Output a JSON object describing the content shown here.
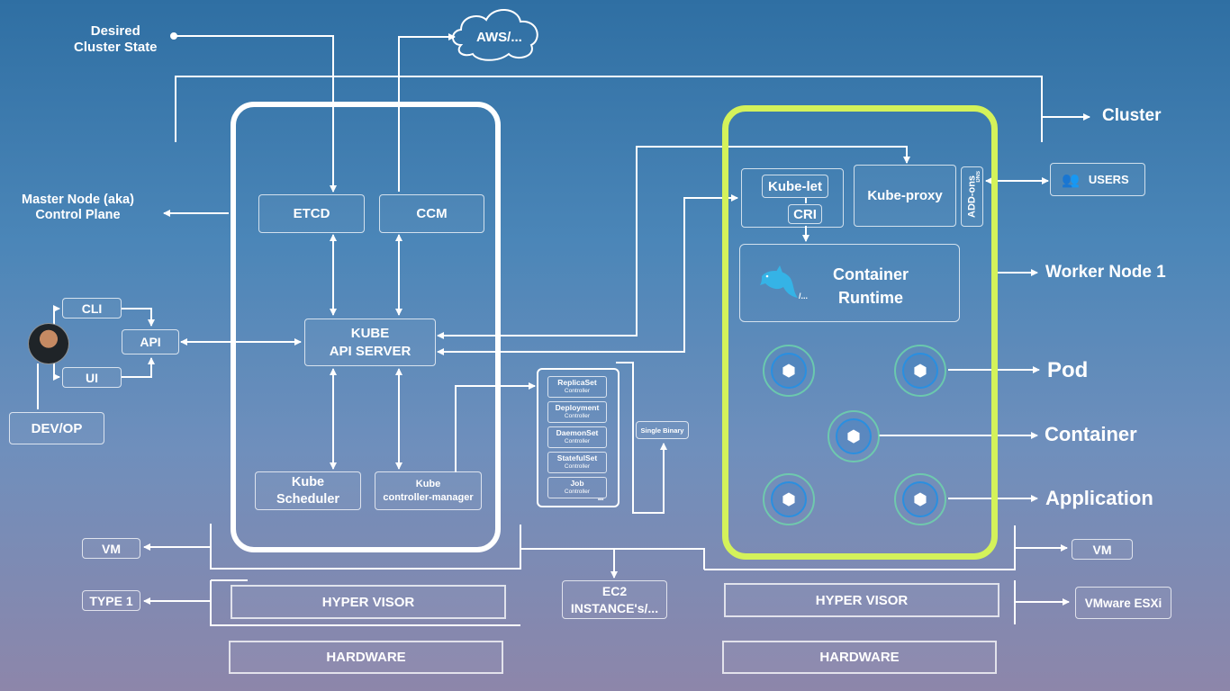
{
  "labels": {
    "desired_state": "Desired\nCluster State",
    "aws": "AWS/...",
    "cluster": "Cluster",
    "master_node": "Master Node (aka)\nControl Plane",
    "worker_node": "Worker Node 1",
    "pod": "Pod",
    "container": "Container",
    "application": "Application",
    "users": "USERS"
  },
  "control_plane": {
    "etcd": "ETCD",
    "ccm": "CCM",
    "api_server": "KUBE\nAPI SERVER",
    "scheduler": "Kube\nScheduler",
    "controller_manager": "Kube\ncontroller-manager"
  },
  "client": {
    "cli": "CLI",
    "ui": "UI",
    "api": "API",
    "devop": "DEV/OP"
  },
  "controllers": [
    {
      "name": "ReplicaSet",
      "sub": "Controller"
    },
    {
      "name": "Deployment",
      "sub": "Controller"
    },
    {
      "name": "DaemonSet",
      "sub": "Controller"
    },
    {
      "name": "StatefulSet",
      "sub": "Controller"
    },
    {
      "name": "Job",
      "sub": "Controller"
    }
  ],
  "controllers_more": "•••",
  "single_binary": "Single Binary",
  "worker": {
    "kubelet": "Kube-let",
    "cri": "CRI",
    "kube_proxy": "Kube-proxy",
    "addons": "ADD-ons",
    "dns": "DNS",
    "runtime": "Container\nRuntime",
    "runtime_suffix": "/..."
  },
  "infra": {
    "vm_left": "VM",
    "type1": "TYPE 1",
    "hypervisor_left": "HYPER VISOR",
    "hardware_left": "HARDWARE",
    "ec2": "EC2\nINSTANCE's/...",
    "hypervisor_right": "HYPER VISOR",
    "hardware_right": "HARDWARE",
    "vm_right": "VM",
    "esxi": "VMware ESXi"
  },
  "colors": {
    "worker_border": "#d4f25a",
    "pod_ring": "#6edcaa",
    "pod_inner": "#2a8fe0"
  }
}
